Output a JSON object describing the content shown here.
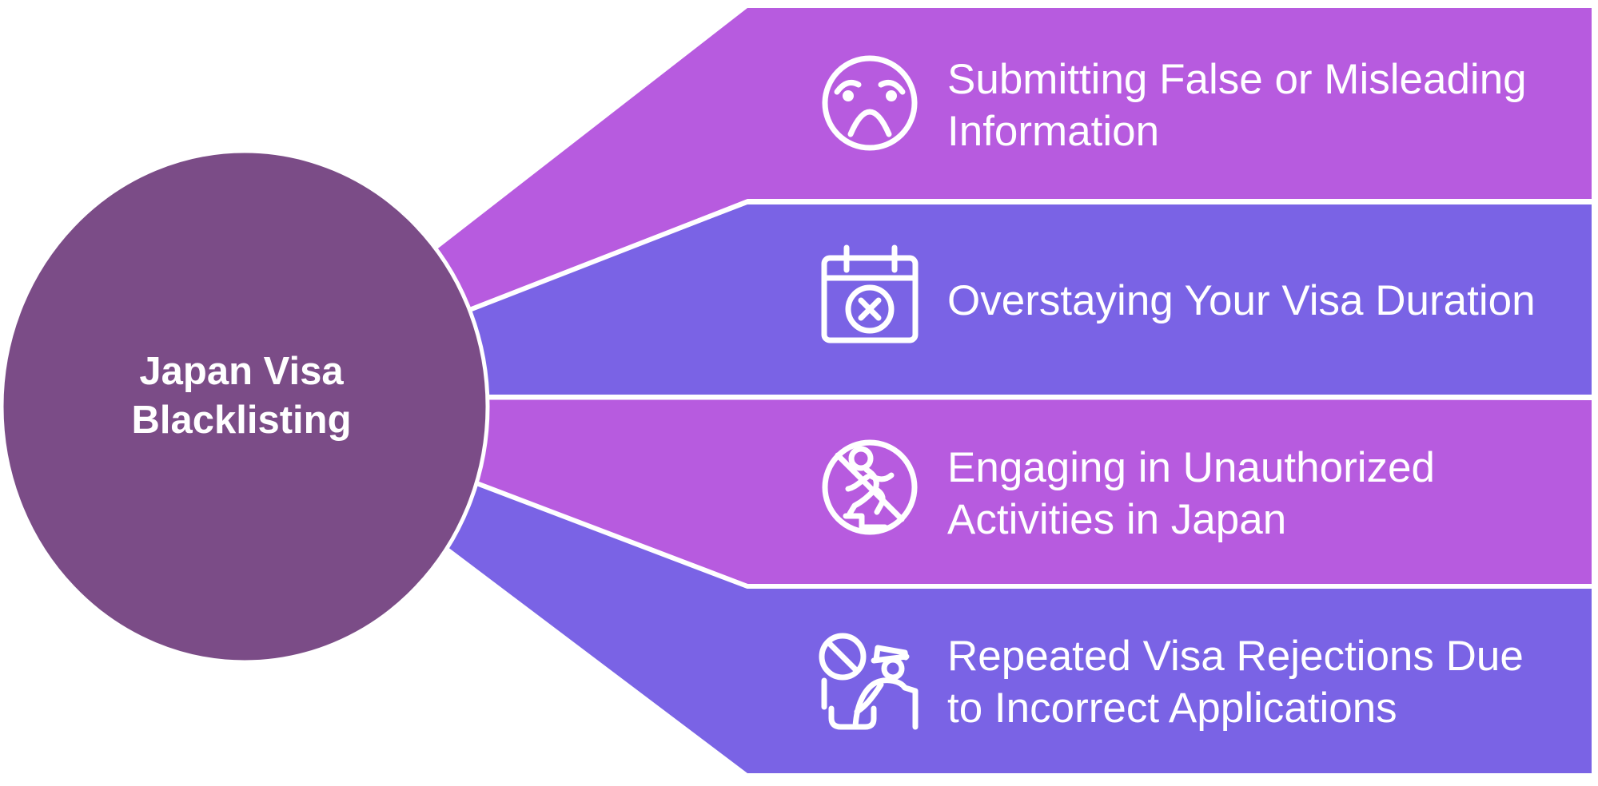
{
  "title": {
    "lines": [
      "Japan Visa",
      "Blacklisting"
    ]
  },
  "colors": {
    "background": "#FFFFFF",
    "hub": "#7B4C87",
    "band_magenta": "#B75BDF",
    "band_blue": "#7A63E5",
    "text": "#FFFFFF",
    "icon_stroke": "#FFFFFF"
  },
  "branches": [
    {
      "icon": "sad-face-icon",
      "label_lines": [
        "Submitting False or Misleading",
        "Information"
      ]
    },
    {
      "icon": "calendar-x-icon",
      "label_lines": [
        "Overstaying Your Visa Duration"
      ]
    },
    {
      "icon": "no-running-icon",
      "label_lines": [
        "Engaging in Unauthorized",
        "Activities in Japan"
      ]
    },
    {
      "icon": "visa-rejection-icon",
      "label_lines": [
        "Repeated Visa Rejections Due",
        "to Incorrect Applications"
      ]
    }
  ]
}
